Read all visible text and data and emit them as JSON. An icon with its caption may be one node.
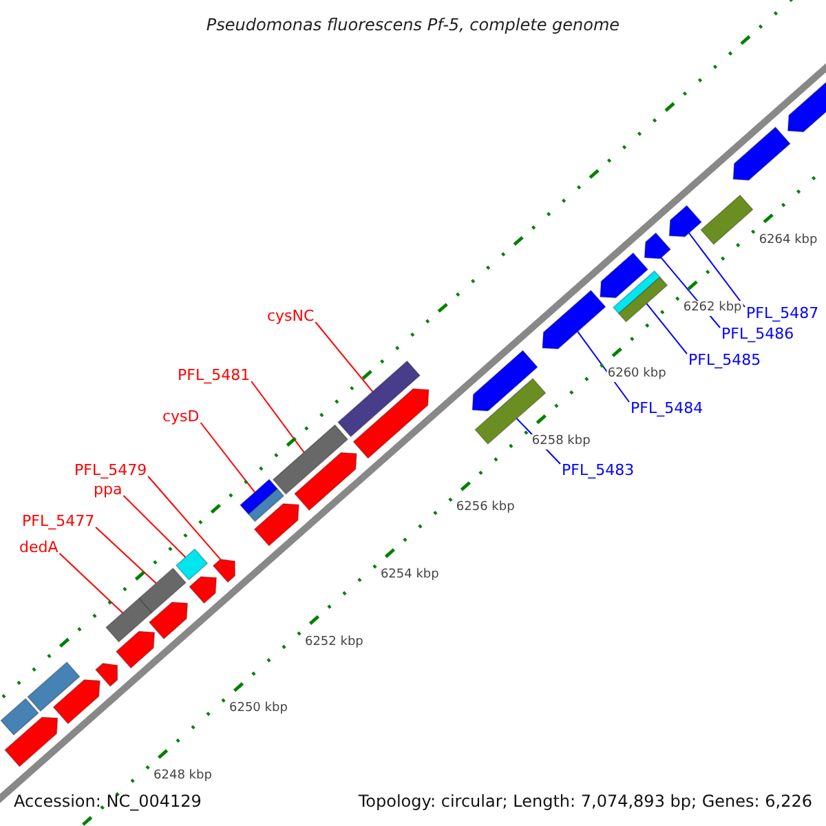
{
  "diagram": {
    "title": "Pseudomonas fluorescens Pf-5, complete genome",
    "nodes": [
      {
        "text": [
          "cysNC"
        ]
      },
      {
        "text": [
          "PFL_5481"
        ]
      },
      {
        "text": [
          "cysD"
        ]
      },
      {
        "text": [
          "PFL_5479"
        ]
      },
      {
        "text": [
          "ppa"
        ]
      },
      {
        "text": [
          "PFL_5477"
        ]
      },
      {
        "text": [
          "dedA"
        ]
      },
      {
        "text": [
          "PFL_5487"
        ]
      },
      {
        "text": [
          "PFL_5486"
        ]
      },
      {
        "text": [
          "PFL_5485"
        ]
      },
      {
        "text": [
          "PFL_5484"
        ]
      },
      {
        "text": [
          "PFL_5483"
        ]
      },
      {
        "text": [],
        "shape": "bar"
      },
      {
        "text": [],
        "shape": "arrow"
      },
      {
        "text": [],
        "shape": "bar"
      },
      {
        "text": [],
        "shape": "arrow"
      },
      {
        "text": [],
        "shape": "arrow"
      },
      {
        "text": [],
        "shape": "arrow"
      },
      {
        "text": [],
        "shape": "bar"
      },
      {
        "text": [],
        "shape": "arrow"
      },
      {
        "text": [],
        "shape": "bar"
      },
      {
        "text": [],
        "shape": "arrow"
      },
      {
        "text": [],
        "shape": "bar"
      },
      {
        "text": [],
        "shape": "arrow"
      },
      {
        "text": [],
        "shape": "arrow"
      },
      {
        "text": [],
        "shape": "bar"
      },
      {
        "text": [],
        "shape": "bar"
      },
      {
        "text": [],
        "shape": "bar"
      },
      {
        "text": [],
        "shape": "arrow"
      },
      {
        "text": [],
        "shape": "arrow"
      },
      {
        "text": [],
        "shape": "bar"
      },
      {
        "text": [],
        "shape": "bar"
      },
      {
        "text": [],
        "shape": "arrow"
      },
      {
        "text": [],
        "shape": "arrow"
      },
      {
        "text": [],
        "shape": "arrow"
      },
      {
        "text": [],
        "shape": "bar"
      },
      {
        "text": [],
        "shape": "bar"
      },
      {
        "text": [],
        "shape": "arrow"
      },
      {
        "text": [],
        "shape": "arrow"
      },
      {
        "text": [],
        "shape": "bar"
      },
      {
        "text": [],
        "shape": "arrow"
      },
      {
        "text": [],
        "shape": "arrow"
      }
    ],
    "edges": [
      {
        "from": 6,
        "to": 18,
        "arrow": "none",
        "color": "#ff0000"
      },
      {
        "from": 5,
        "to": 20,
        "arrow": "none",
        "color": "#ff0000"
      },
      {
        "from": 4,
        "to": 22,
        "arrow": "none",
        "color": "#ff0000"
      },
      {
        "from": 3,
        "to": 23,
        "arrow": "none",
        "color": "#ff0000"
      },
      {
        "from": 2,
        "to": 25,
        "arrow": "none",
        "color": "#ff0000"
      },
      {
        "from": 1,
        "to": 27,
        "arrow": "none",
        "color": "#ff0000"
      },
      {
        "from": 0,
        "to": 30,
        "arrow": "none",
        "color": "#ff0000"
      },
      {
        "from": 11,
        "to": 31,
        "arrow": "none",
        "color": "#0000ff"
      },
      {
        "from": 10,
        "to": 33,
        "arrow": "none",
        "color": "#0000ff"
      },
      {
        "from": 9,
        "to": 36,
        "arrow": "none",
        "color": "#0000ff"
      },
      {
        "from": 8,
        "to": 37,
        "arrow": "none",
        "color": "#0000ff"
      },
      {
        "from": 7,
        "to": 38,
        "arrow": "none",
        "color": "#0000ff"
      }
    ],
    "labels": [
      "6264 kbp",
      "6262 kbp",
      "6260 kbp",
      "6258 kbp",
      "6256 kbp",
      "6254 kbp",
      "6252 kbp",
      "6250 kbp",
      "6248 kbp",
      "Accession: NC_004129",
      "Topology: circular; Length: 7,074,893 bp; Genes: 6,226"
    ]
  }
}
